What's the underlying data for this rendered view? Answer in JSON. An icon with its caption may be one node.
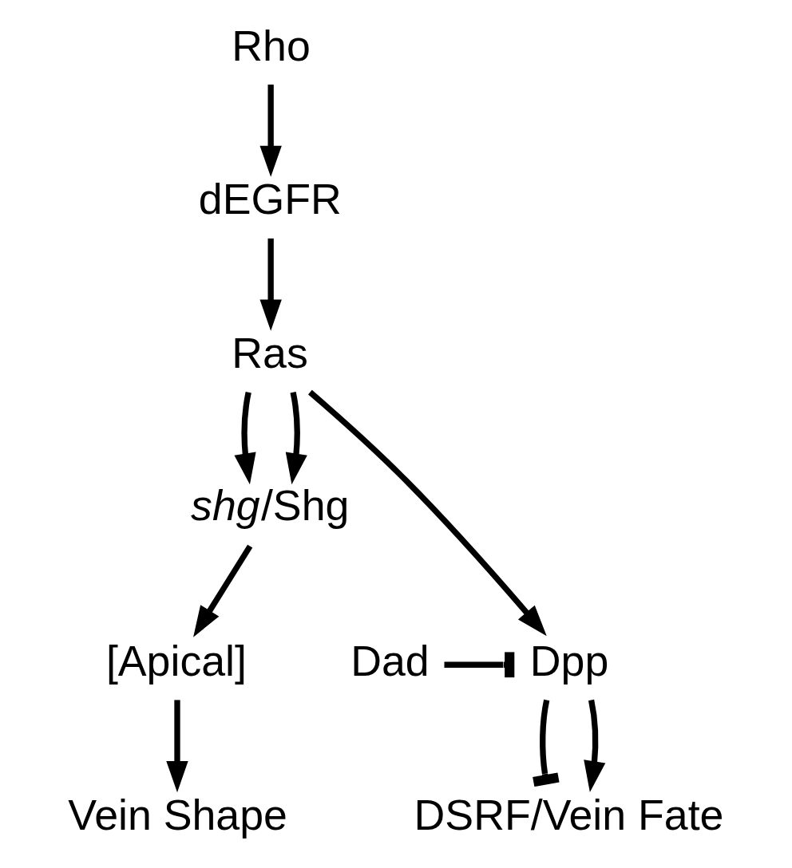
{
  "diagram": {
    "nodes": [
      {
        "text": [
          "Rho"
        ]
      },
      {
        "text": [
          "dEGFR"
        ]
      },
      {
        "text": [
          "Ras"
        ]
      },
      {
        "text": [
          "*shg*/Shg"
        ]
      },
      {
        "text": [
          "Dad"
        ]
      },
      {
        "text": [
          "Dpp"
        ]
      },
      {
        "text": [
          "[Apical]"
        ]
      },
      {
        "text": [
          "DSRF/Vein Fate"
        ]
      },
      {
        "text": [
          "Vein Shape"
        ]
      }
    ],
    "edges": [
      {
        "from": 0,
        "to": 1,
        "arrow": "to"
      },
      {
        "from": 1,
        "to": 2,
        "arrow": "to"
      },
      {
        "from": 2,
        "to": 5,
        "arrow": "to"
      },
      {
        "from": 2,
        "to": 3,
        "arrow": "to"
      },
      {
        "from": 2,
        "to": 3,
        "arrow": "to"
      },
      {
        "from": 3,
        "to": 6,
        "arrow": "to"
      },
      {
        "from": 6,
        "to": 8,
        "arrow": "to"
      },
      {
        "from": 4,
        "to": 5,
        "arrow": "other"
      },
      {
        "from": 5,
        "to": 7,
        "arrow": "other"
      },
      {
        "from": 5,
        "to": 7,
        "arrow": "to"
      }
    ]
  }
}
